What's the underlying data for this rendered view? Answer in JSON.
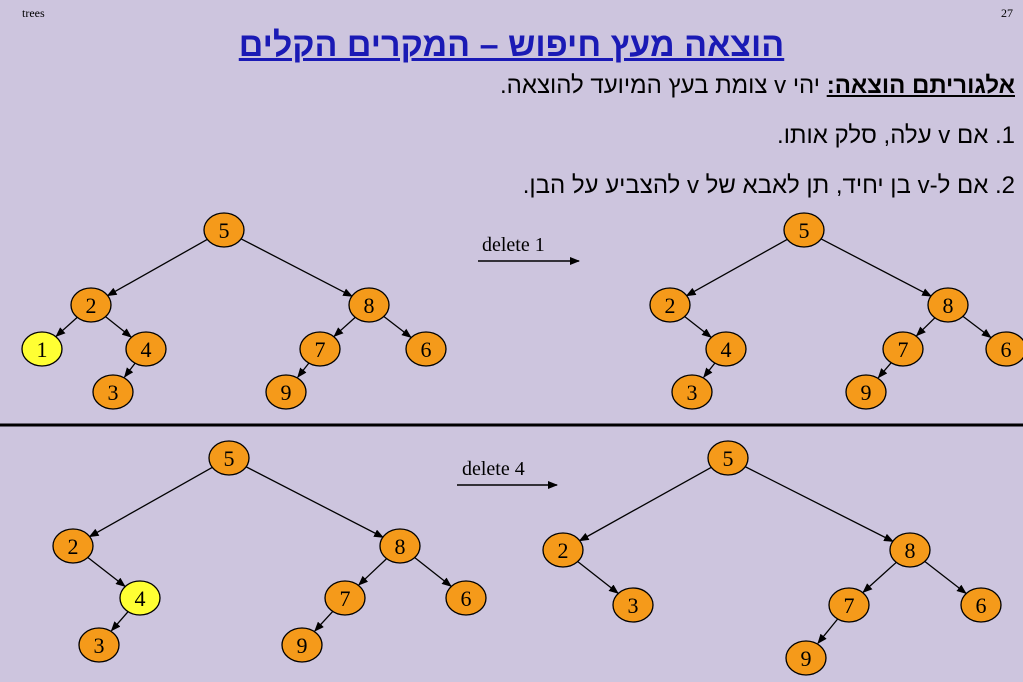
{
  "header": {
    "left": "trees",
    "right": "27"
  },
  "title": "הוצאה מעץ חיפוש – המקרים הקלים",
  "algorithm": {
    "label": "אלגוריתם הוצאה:",
    "text": " יהי v צומת בעץ המיועד להוצאה."
  },
  "steps": [
    "1.  אם v עלה, סלק אותו.",
    "2.  אם ל-v בן יחיד, תן לאבא של v להצביע על הבן."
  ],
  "operations": [
    "delete 1",
    "delete 4"
  ],
  "colors": {
    "node_fill": "#f59a1a",
    "highlight_fill": "#ffff33",
    "title": "#1a1ab5",
    "background": "#cdc5de"
  },
  "trees": [
    {
      "name": "tree-top-before",
      "nodes": [
        "5",
        "2",
        "1",
        "4",
        "3",
        "8",
        "7",
        "6",
        "9"
      ],
      "highlighted": "1"
    },
    {
      "name": "tree-top-after",
      "nodes": [
        "5",
        "2",
        "4",
        "3",
        "8",
        "7",
        "6",
        "9"
      ]
    },
    {
      "name": "tree-bottom-before",
      "nodes": [
        "5",
        "2",
        "4",
        "3",
        "8",
        "7",
        "6",
        "9"
      ],
      "highlighted": "4"
    },
    {
      "name": "tree-bottom-after",
      "nodes": [
        "5",
        "2",
        "3",
        "8",
        "7",
        "6",
        "9"
      ]
    }
  ]
}
